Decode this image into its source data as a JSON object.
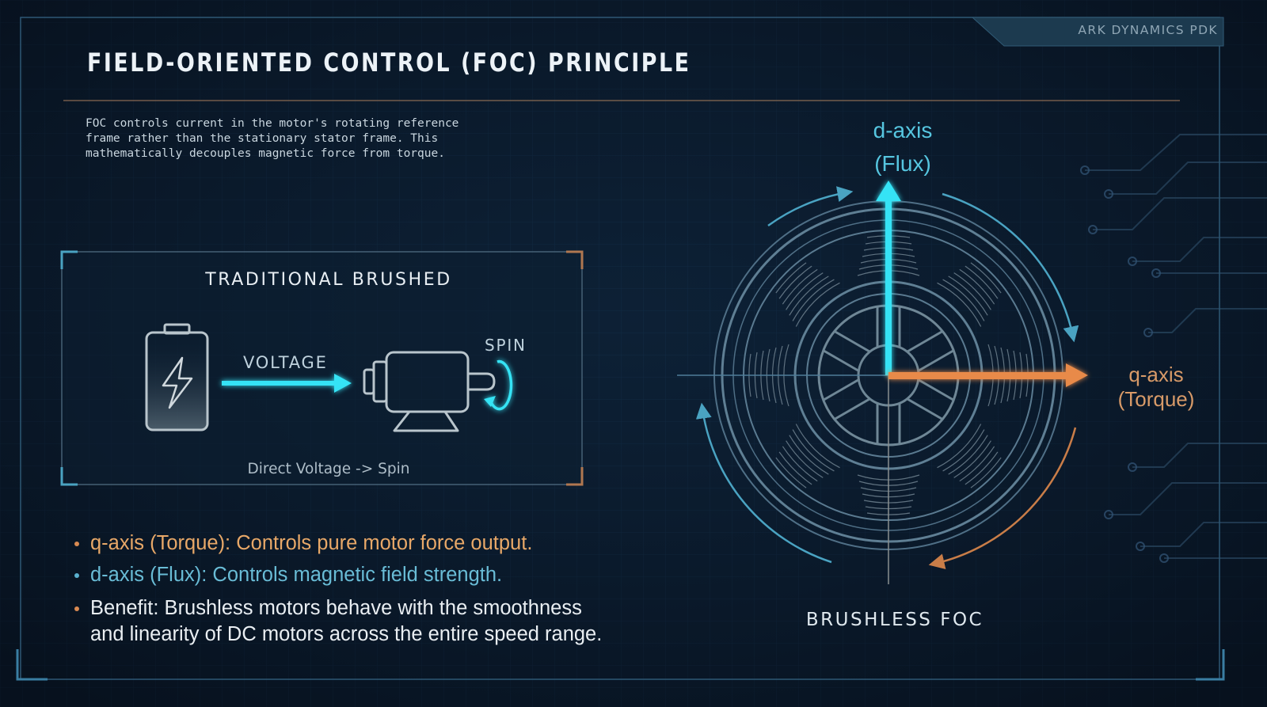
{
  "header": {
    "brand": "ARK DYNAMICS PDK",
    "title": "FIELD-ORIENTED CONTROL (FOC) PRINCIPLE"
  },
  "intro": {
    "lines": [
      "FOC controls current in the motor's rotating reference",
      "frame rather than the stationary stator frame. This",
      "mathematically decouples magnetic force from torque."
    ]
  },
  "brushed_panel": {
    "title": "TRADITIONAL BRUSHED",
    "voltage_label": "VOLTAGE",
    "spin_label": "SPIN",
    "caption": "Direct Voltage -> Spin",
    "icons": [
      "battery-icon",
      "lightning-bolt-icon",
      "arrow-right-icon",
      "dc-motor-icon",
      "rotation-arrow-icon"
    ]
  },
  "bullets": [
    {
      "text": "q-axis (Torque): Controls pure motor force output.",
      "style": "orange"
    },
    {
      "text": "d-axis (Flux): Controls magnetic field strength.",
      "style": "cyan"
    },
    {
      "lines": [
        "Benefit: Brushless motors behave with the smoothness",
        "and linearity of DC motors across the entire speed range."
      ],
      "style": "white"
    }
  ],
  "foc_diagram": {
    "d_axis_label": "d-axis",
    "d_axis_sub": "(Flux)",
    "q_axis_label": "q-axis",
    "q_axis_sub": "(Torque)",
    "caption": "BRUSHLESS FOC",
    "icons": [
      "stator-icon",
      "rotor-icon",
      "rotation-arrow-icon"
    ]
  },
  "colors": {
    "background": "#0b1a2b",
    "cyan": "#35e3f5",
    "orange": "#e88a48",
    "text_orange": "#e8a868",
    "text_cyan": "#69bcd6"
  }
}
